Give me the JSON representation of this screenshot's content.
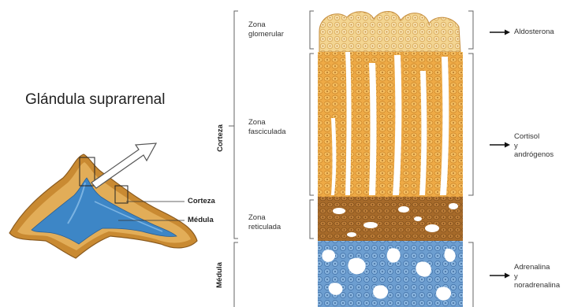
{
  "title": "Glándula suprarrenal",
  "gland_labels": {
    "cortex": "Corteza",
    "medulla": "Médula"
  },
  "regions": {
    "cortex": "Corteza",
    "medulla": "Médula"
  },
  "zones": {
    "glomerular": [
      "Zona",
      "glomerular"
    ],
    "fasciculada": [
      "Zona",
      "fasciculada"
    ],
    "reticulada": [
      "Zona",
      "reticulada"
    ]
  },
  "hormones": {
    "aldosterona": [
      "Aldosterona"
    ],
    "cortisol": [
      "Cortisol",
      "y",
      "andrógenos"
    ],
    "adrenalina": [
      "Adrenalina",
      "y",
      "noradrenalina"
    ]
  },
  "colors": {
    "glomerular": "#f2d08a",
    "fasciculada": "#e9a640",
    "reticulada": "#a86c2c",
    "medulla": "#6f9fd0",
    "gland_outer": "#c9892f",
    "gland_inner": "#3d86c6"
  }
}
